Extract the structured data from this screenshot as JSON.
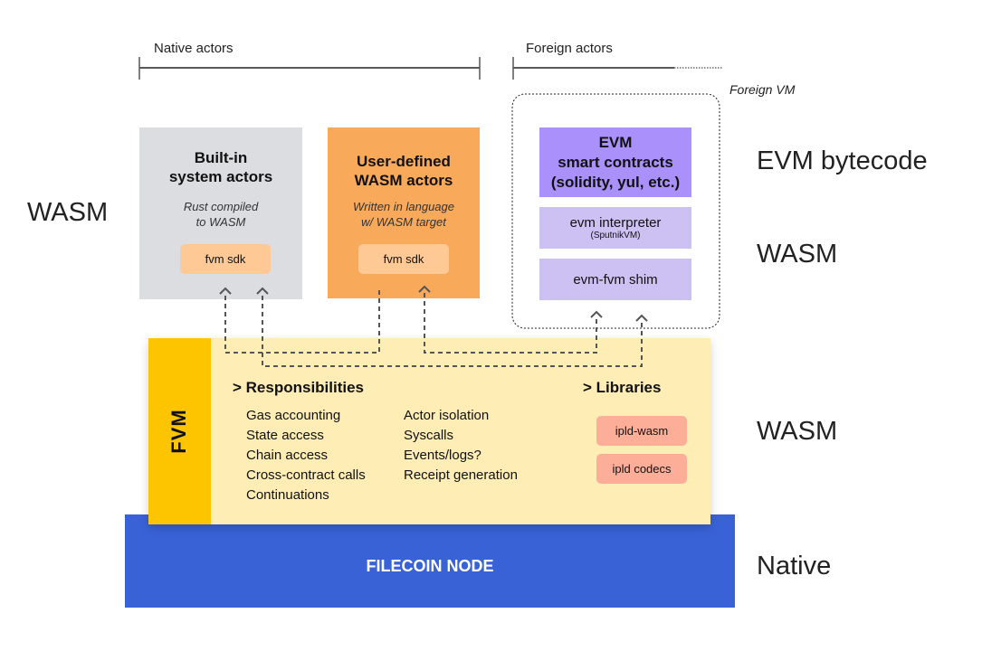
{
  "brackets": {
    "native": "Native actors",
    "foreign": "Foreign actors"
  },
  "foreign_vm_label": "Foreign VM",
  "left_label": "WASM",
  "right_labels": {
    "evm_bytecode": "EVM bytecode",
    "wasm_top": "WASM",
    "wasm_mid": "WASM",
    "native": "Native"
  },
  "builtin_actors": {
    "title_line1": "Built-in",
    "title_line2": "system actors",
    "sub_line1": "Rust compiled",
    "sub_line2": "to WASM",
    "sdk": "fvm sdk"
  },
  "user_actors": {
    "title_line1": "User-defined",
    "title_line2": "WASM actors",
    "sub_line1": "Written in language",
    "sub_line2": "w/ WASM target",
    "sdk": "fvm sdk"
  },
  "evm": {
    "contracts_line1": "EVM",
    "contracts_line2": "smart contracts",
    "contracts_line3": "(solidity, yul, etc.)",
    "interpreter": "evm interpreter",
    "interpreter_sub": "(SputnikVM)",
    "shim": "evm-fvm shim"
  },
  "fvm": {
    "label": "FVM",
    "responsibilities_heading": "> Responsibilities",
    "responsibilities_col1": [
      "Gas accounting",
      "State access",
      "Chain access",
      "Cross-contract calls",
      "Continuations"
    ],
    "responsibilities_col2": [
      "Actor isolation",
      "Syscalls",
      "Events/logs?",
      "Receipt generation"
    ],
    "libraries_heading": "> Libraries",
    "libraries": [
      "ipld-wasm",
      "ipld codecs"
    ]
  },
  "node": {
    "label": "FILECOIN NODE"
  },
  "colors": {
    "builtin_bg": "#dcdde0",
    "user_bg": "#f9a95a",
    "sdk_bg": "#fec995",
    "evm_dark": "#a990fb",
    "evm_light": "#cdc0f3",
    "fvm_panel": "#feedb5",
    "fvm_bar": "#fdc500",
    "lib_bg": "#fcae99",
    "node_bg": "#3a62d7"
  }
}
